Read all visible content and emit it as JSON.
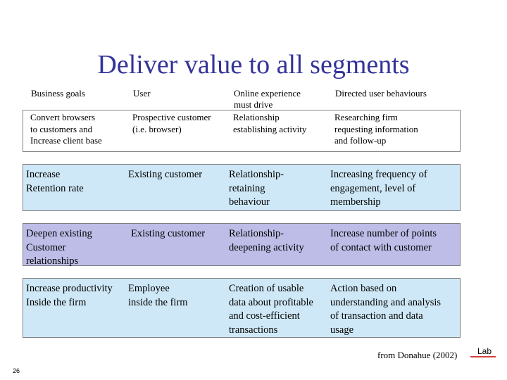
{
  "title": "Deliver value to all segments",
  "headers": [
    "Business goals",
    "User",
    [
      "Online experience",
      "must drive"
    ],
    "Directed user behaviours"
  ],
  "rows": [
    [
      [
        "Convert browsers",
        "to customers and",
        "Increase client base"
      ],
      [
        "Prospective customer",
        "(i.e. browser)"
      ],
      [
        "Relationship",
        "establishing activity"
      ],
      [
        "Researching firm",
        "requesting information",
        "and follow-up"
      ]
    ],
    [
      [
        "Increase",
        "Retention rate"
      ],
      [
        "Existing customer"
      ],
      [
        "Relationship-",
        "retaining",
        "behaviour"
      ],
      [
        "Increasing frequency of",
        "engagement, level of",
        "membership"
      ]
    ],
    [
      [
        "Deepen existing",
        "Customer",
        "relationships"
      ],
      [
        "Existing customer"
      ],
      [
        "Relationship-",
        "deepening activity"
      ],
      [
        "Increase number of points",
        "of contact with customer"
      ]
    ],
    [
      [
        "Increase productivity",
        "Inside the firm"
      ],
      [
        "Employee",
        "inside the firm"
      ],
      [
        "Creation of usable",
        "data about profitable",
        "and cost-efficient",
        "transactions"
      ],
      [
        "Action based on",
        "understanding and analysis",
        "of transaction and data",
        "usage"
      ]
    ]
  ],
  "source": "from Donahue (2002)",
  "page_number": "26",
  "logo_text": "Lab",
  "colors": {
    "title": "#333399",
    "row_blue": "#cfe8f7",
    "row_purple": "#bdbde8",
    "logo_line": "#cc0000"
  }
}
